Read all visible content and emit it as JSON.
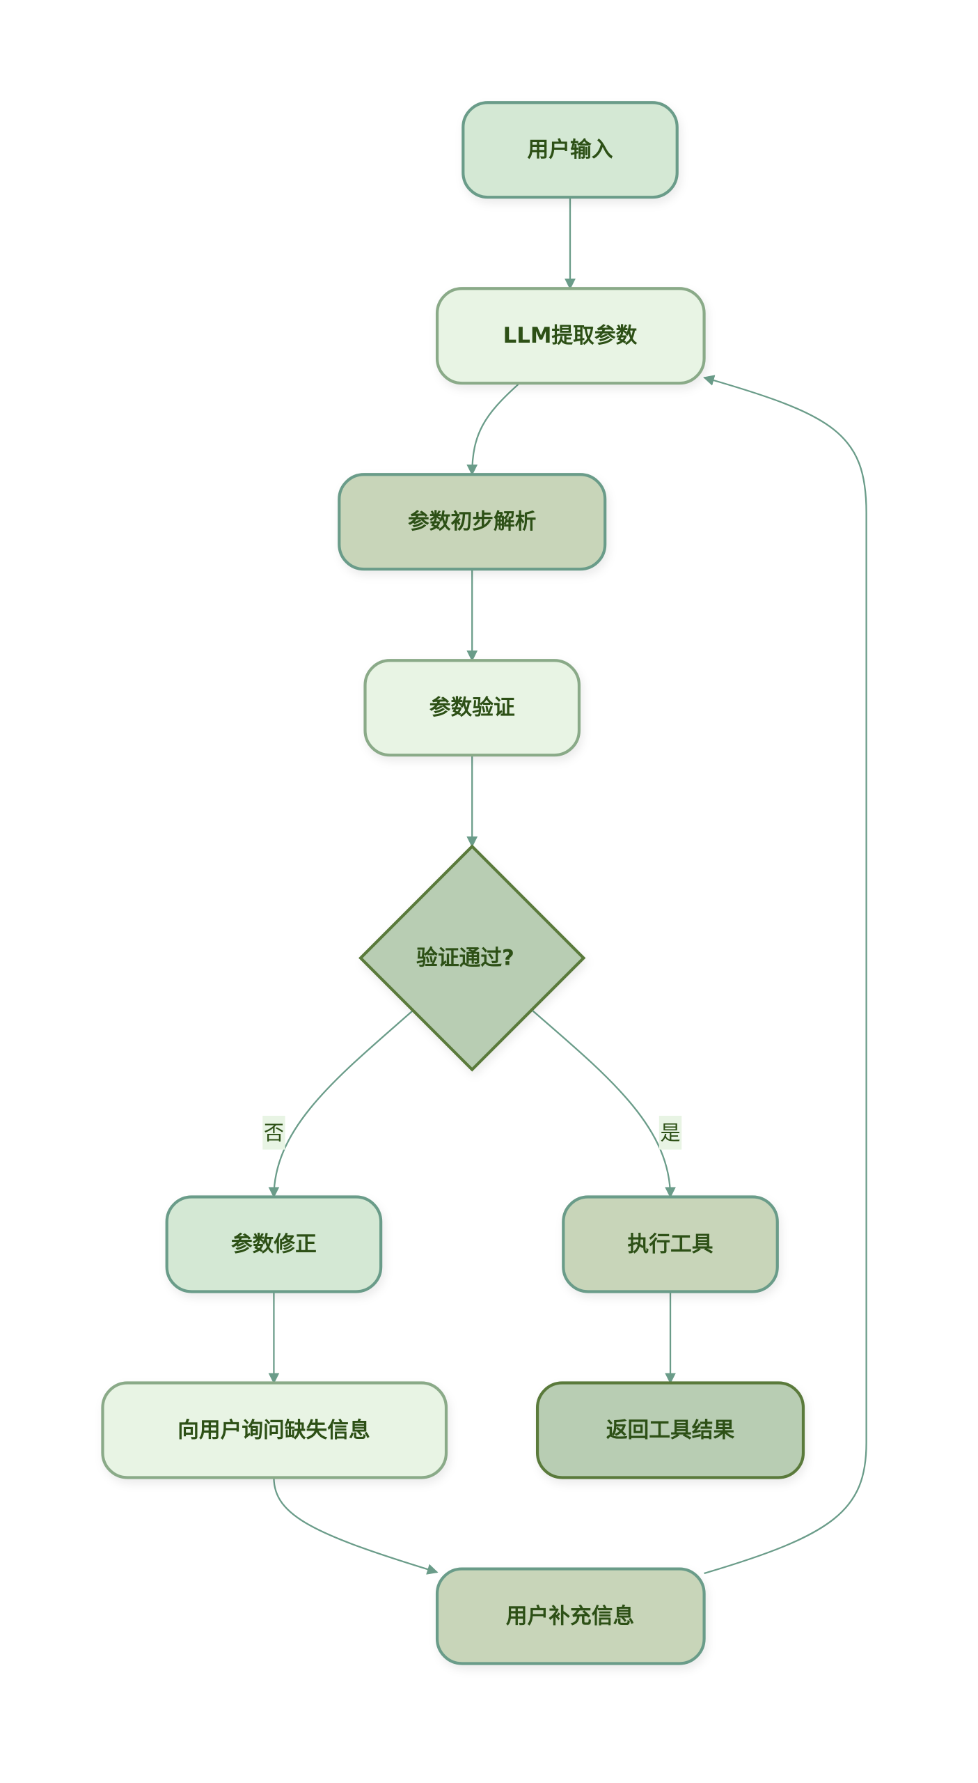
{
  "nodes": {
    "user_input": "用户输入",
    "llm_extract": "LLM提取参数",
    "initial_parse": "参数初步解析",
    "validate": "参数验证",
    "decision": "验证通过?",
    "fix": "参数修正",
    "execute": "执行工具",
    "ask_user": "向用户询问缺失信息",
    "return_result": "返回工具结果",
    "user_supplement": "用户补充信息"
  },
  "edge_labels": {
    "no": "否",
    "yes": "是"
  },
  "colors": {
    "text": "#2d5016",
    "edge": "#6a9c89",
    "fill_light": "#e8f4e4",
    "fill_mint": "#d4e8d4",
    "fill_sage": "#c8d5b9",
    "fill_dark": "#b8cdb3"
  }
}
